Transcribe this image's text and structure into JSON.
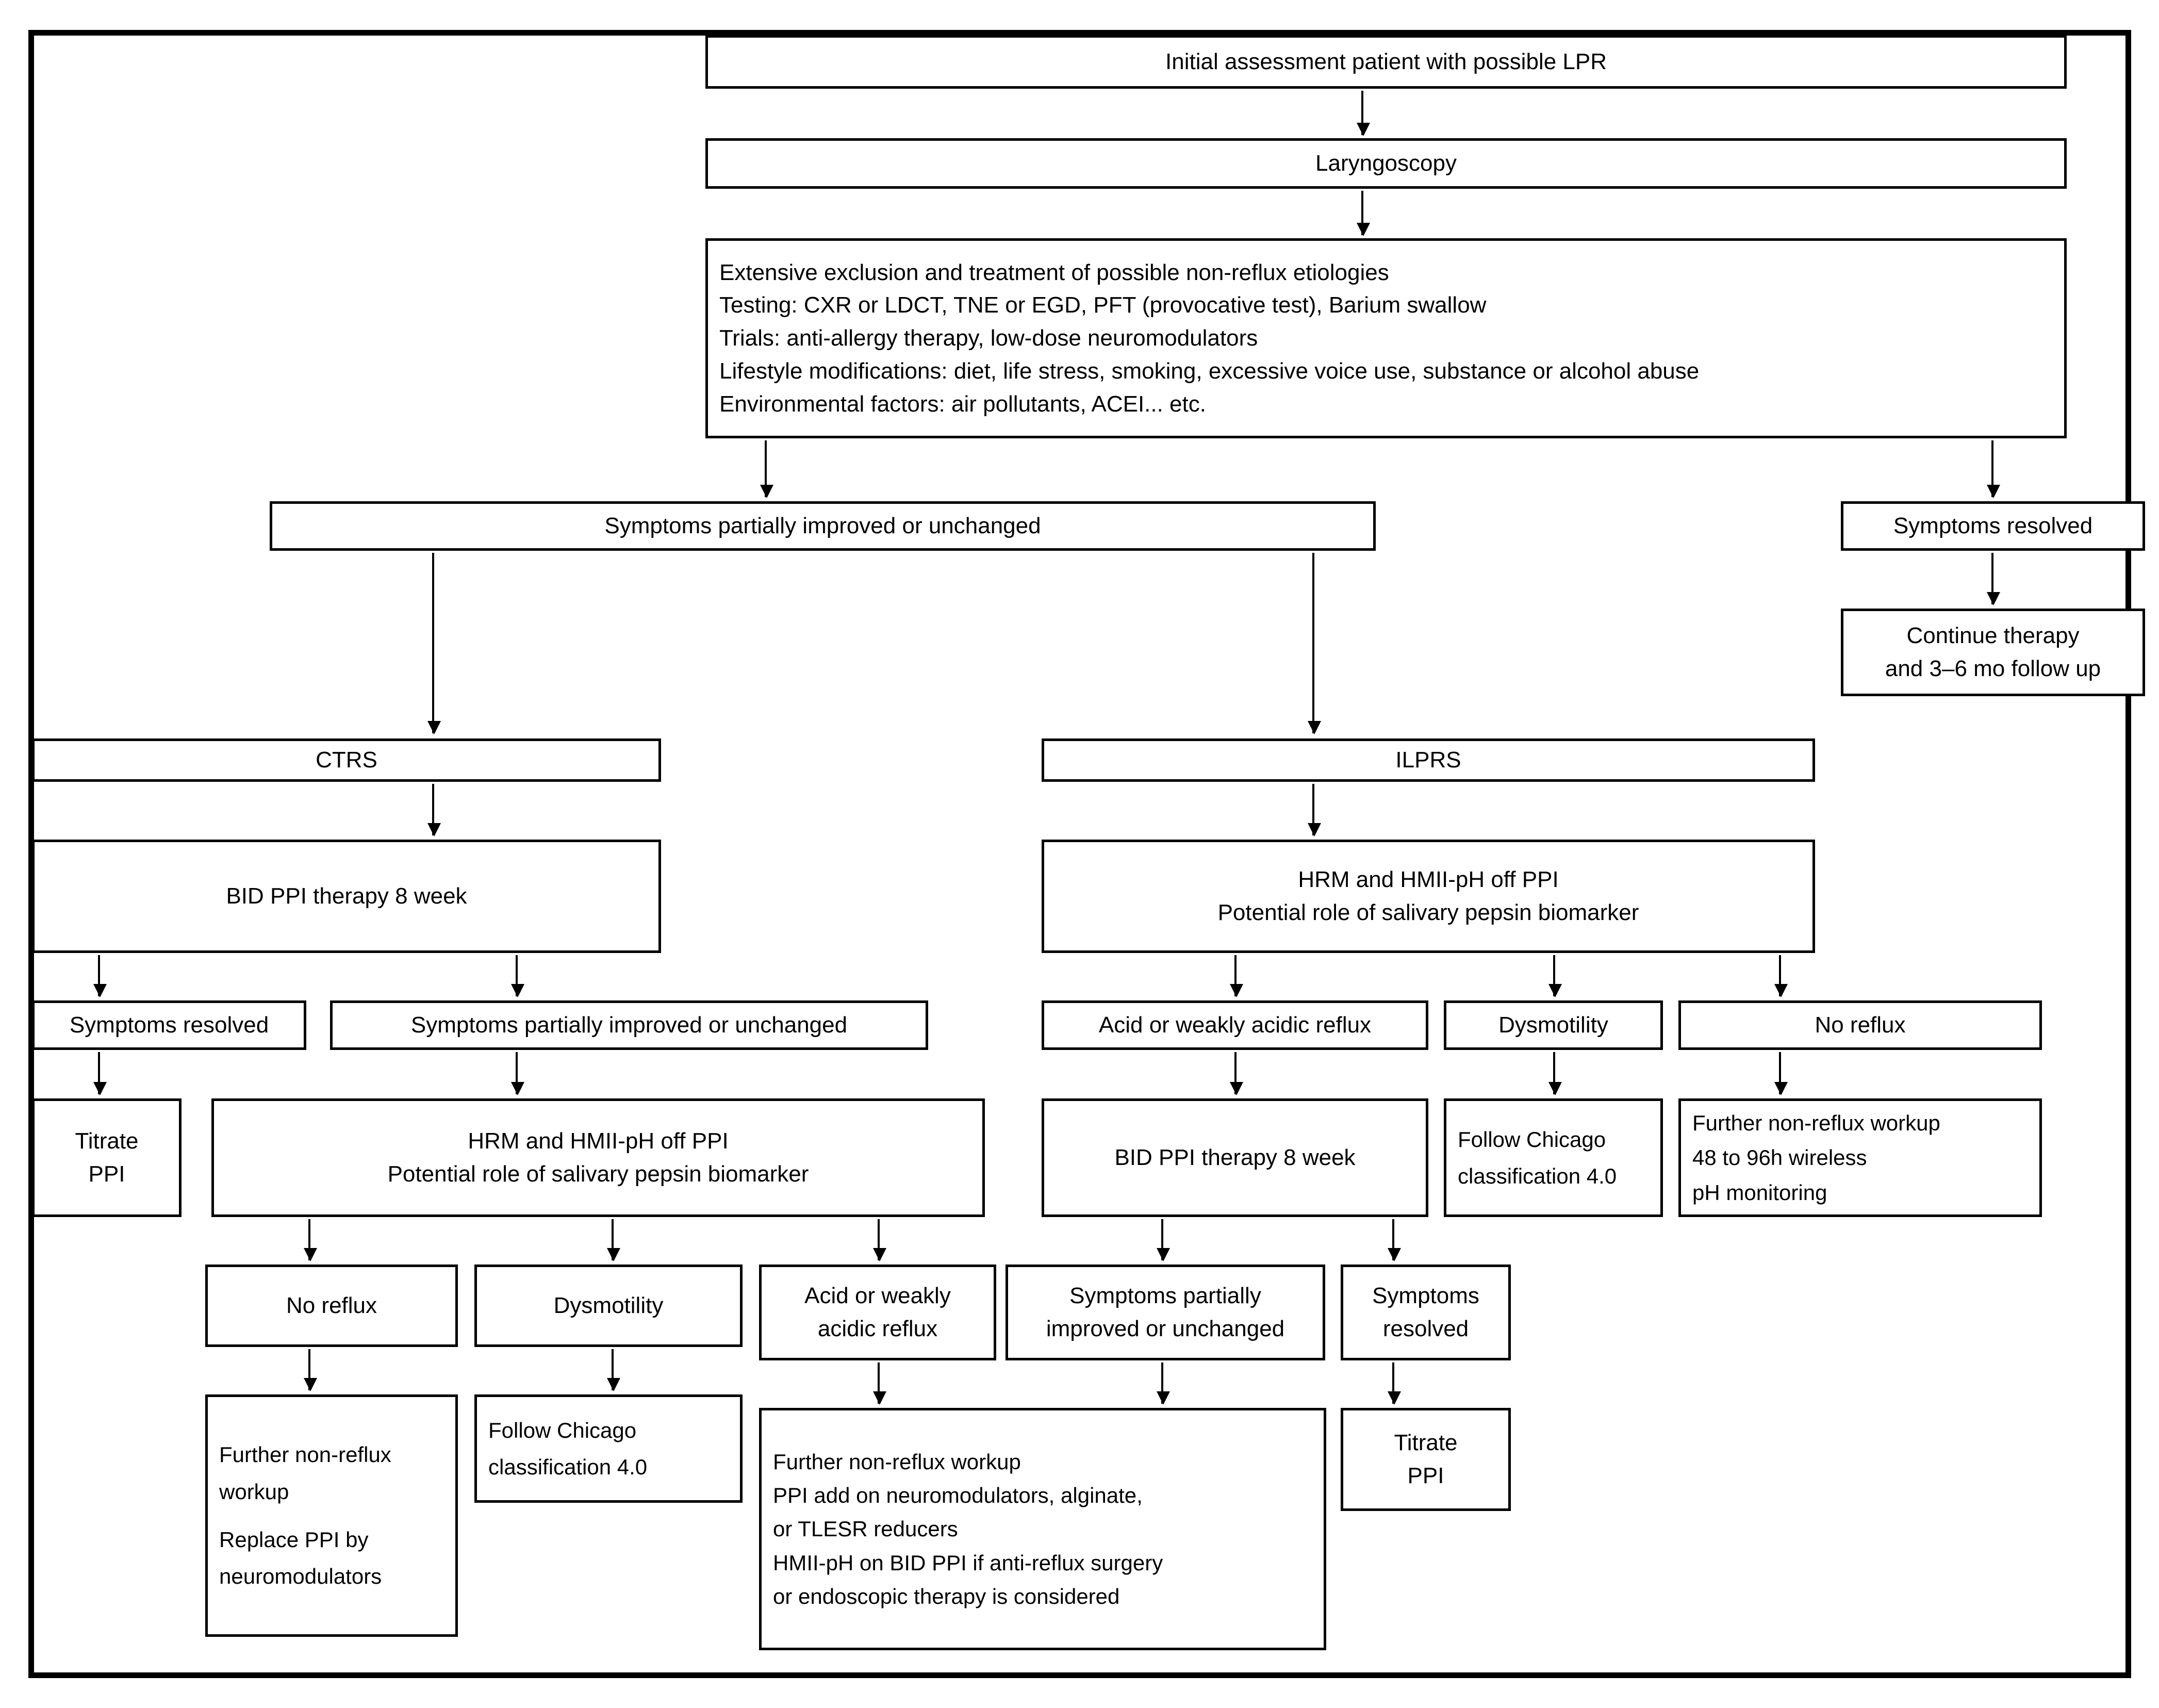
{
  "diagram": {
    "title": "LPR diagnostic and treatment algorithm",
    "frame_color": "#000000",
    "background": "#ffffff"
  },
  "nodes": {
    "initial_assessment": "Initial assessment patient with possible LPR",
    "laryngoscopy": "Laryngoscopy",
    "exclusion": {
      "line1": "Extensive exclusion and treatment of possible non-reflux etiologies",
      "line2": "Testing: CXR or LDCT, TNE or EGD, PFT (provocative test), Barium swallow",
      "line3": "Trials: anti-allergy therapy, low-dose neuromodulators",
      "line4": "Lifestyle modifications: diet, life stress, smoking, excessive voice use, substance or alcohol abuse",
      "line5": "Environmental factors: air pollutants, ACEI... etc."
    },
    "partial_or_unchanged_top": "Symptoms partially improved or unchanged",
    "resolved_top": "Symptoms resolved",
    "continue_therapy": {
      "line1": "Continue therapy",
      "line2": "and 3–6 mo follow up"
    },
    "ctrs": "CTRS",
    "ilprs": "ILPRS",
    "bid_ppi_left": "BID PPI therapy 8 week",
    "hrm_right": {
      "line1": "HRM and HMII-pH off PPI",
      "line2": "Potential role of salivary pepsin biomarker"
    },
    "resolved_left": "Symptoms resolved",
    "partial_left": "Symptoms partially improved or unchanged",
    "acid_reflux_right": "Acid or weakly acidic reflux",
    "dysmotility_right": "Dysmotility",
    "no_reflux_right": "No reflux",
    "titrate_ppi_left": {
      "line1": "Titrate",
      "line2": "PPI"
    },
    "hrm_left": {
      "line1": "HRM and HMII-pH off PPI",
      "line2": "Potential role of salivary pepsin biomarker"
    },
    "bid_ppi_right": "BID PPI therapy 8 week",
    "follow_chicago_right": {
      "line1": "Follow Chicago",
      "line2": "classification 4.0"
    },
    "further_workup_right": {
      "line1": "Further non-reflux workup",
      "line2": "48 to 96h wireless",
      "line3": "pH monitoring"
    },
    "no_reflux_bottom": "No reflux",
    "dysmotility_bottom": "Dysmotility",
    "acid_reflux_bottom": {
      "line1": "Acid or weakly",
      "line2": "acidic reflux"
    },
    "partial_bottom": {
      "line1": "Symptoms partially",
      "line2": "improved or unchanged"
    },
    "resolved_bottom": {
      "line1": "Symptoms",
      "line2": "resolved"
    },
    "further_workup_bottom": {
      "line1": "Further non-reflux",
      "line2": "workup",
      "line3": "Replace PPI by",
      "line4": "neuromodulators"
    },
    "follow_chicago_bottom": {
      "line1": "Follow Chicago",
      "line2": "classification 4.0"
    },
    "further_workup_big": {
      "line1": "Further non-reflux workup",
      "line2": "PPI add on neuromodulators, alginate,",
      "line3": "or TLESR reducers",
      "line4": "HMII-pH on BID PPI if anti-reflux surgery",
      "line5": "or endoscopic therapy is considered"
    },
    "titrate_ppi_bottom": {
      "line1": "Titrate",
      "line2": "PPI"
    }
  }
}
